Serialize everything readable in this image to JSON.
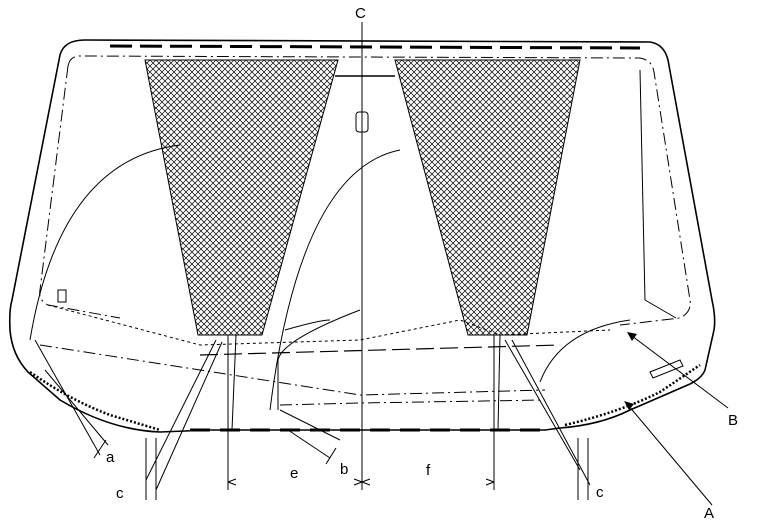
{
  "labels": {
    "center": "C",
    "a": "a",
    "b": "b",
    "c_left": "c",
    "c_right": "c",
    "e": "e",
    "f": "f",
    "A": "A",
    "B": "B"
  }
}
